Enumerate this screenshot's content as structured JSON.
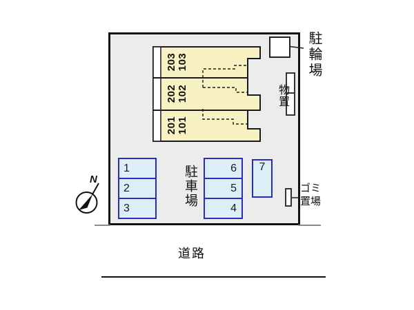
{
  "building": {
    "units": [
      {
        "upper": "203",
        "lower": "103"
      },
      {
        "upper": "202",
        "lower": "102"
      },
      {
        "upper": "201",
        "lower": "101"
      }
    ]
  },
  "parking": {
    "label": "駐車場",
    "left_column": [
      "1",
      "2",
      "3"
    ],
    "right_column": [
      "6",
      "5",
      "4"
    ],
    "single": "7"
  },
  "facilities": {
    "bicycle_label": "駐輪場",
    "storage_label": "物置",
    "garbage_line1": "ゴミ",
    "garbage_line2": "置場"
  },
  "surroundings": {
    "road_label": "道路",
    "north_label": "N"
  },
  "colors": {
    "building_fill": "#F8F1C3",
    "plot_fill": "#ECECEC",
    "parking_fill": "#DCEEF8",
    "parking_border": "#2B2BC0",
    "outline": "#1A1A1A",
    "boundary_extension": "#8A8A8A"
  }
}
